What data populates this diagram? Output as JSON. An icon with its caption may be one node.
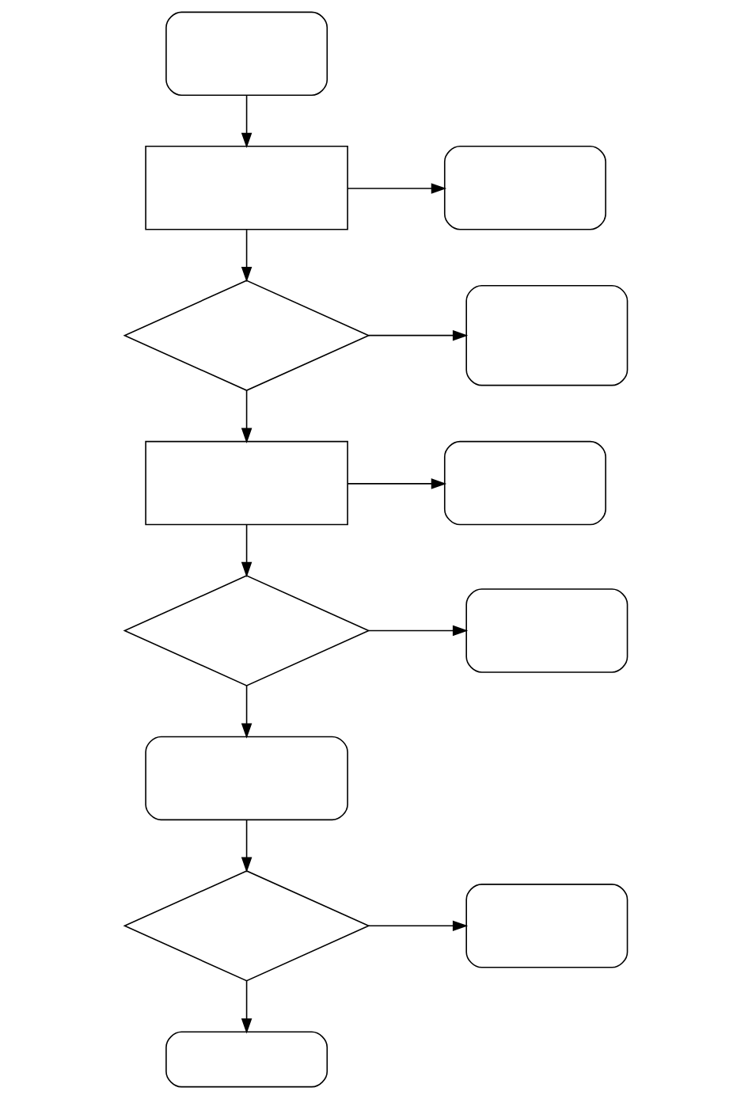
{
  "diagram": {
    "nodes": [
      {
        "text": [],
        "shape": "stadium"
      },
      {
        "text": [],
        "shape": "box"
      },
      {
        "text": [],
        "shape": "rounded"
      },
      {
        "text": [],
        "shape": "diamond"
      },
      {
        "text": [],
        "shape": "rounded"
      },
      {
        "text": [],
        "shape": "box"
      },
      {
        "text": [],
        "shape": "rounded"
      },
      {
        "text": [],
        "shape": "diamond"
      },
      {
        "text": [],
        "shape": "rounded"
      },
      {
        "text": [],
        "shape": "rounded"
      },
      {
        "text": [],
        "shape": "diamond"
      },
      {
        "text": [],
        "shape": "rounded"
      },
      {
        "text": [],
        "shape": "stadium"
      }
    ],
    "edges": [
      {
        "from": 0,
        "to": 1,
        "arrow": "to"
      },
      {
        "from": 1,
        "to": 2,
        "arrow": "to"
      },
      {
        "from": 1,
        "to": 3,
        "arrow": "to"
      },
      {
        "from": 3,
        "to": 4,
        "arrow": "to"
      },
      {
        "from": 3,
        "to": 5,
        "arrow": "to"
      },
      {
        "from": 5,
        "to": 6,
        "arrow": "to"
      },
      {
        "from": 5,
        "to": 7,
        "arrow": "to"
      },
      {
        "from": 7,
        "to": 8,
        "arrow": "to"
      },
      {
        "from": 7,
        "to": 9,
        "arrow": "to"
      },
      {
        "from": 9,
        "to": 10,
        "arrow": "to"
      },
      {
        "from": 10,
        "to": 11,
        "arrow": "to"
      },
      {
        "from": 10,
        "to": 12,
        "arrow": "to"
      }
    ]
  }
}
